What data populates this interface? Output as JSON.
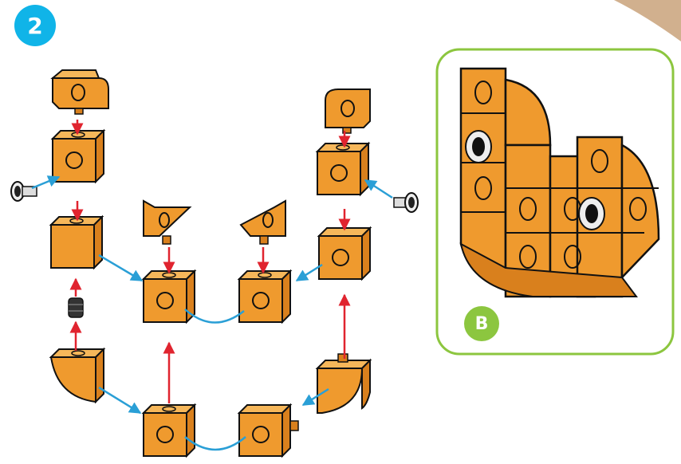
{
  "step": {
    "number": "2",
    "color": "#10b4e8"
  },
  "detail": {
    "label": "B",
    "frame_color": "#8cc63f"
  },
  "colors": {
    "block": "#ef9a2e",
    "block_top": "#f6b75a",
    "block_side": "#d9801d",
    "outline": "#111111",
    "insert_arrow": "#e0242f",
    "connect_arrow": "#2a9fd6",
    "connector": "#2a9fd6",
    "background_corner": "#c9a27a"
  },
  "parts": {
    "wedge_caps": 2,
    "triangle_fins": 2,
    "cubes": 8,
    "quarter_round_blocks": 2,
    "axle_spacer": 1,
    "eye_pegs": 2
  }
}
